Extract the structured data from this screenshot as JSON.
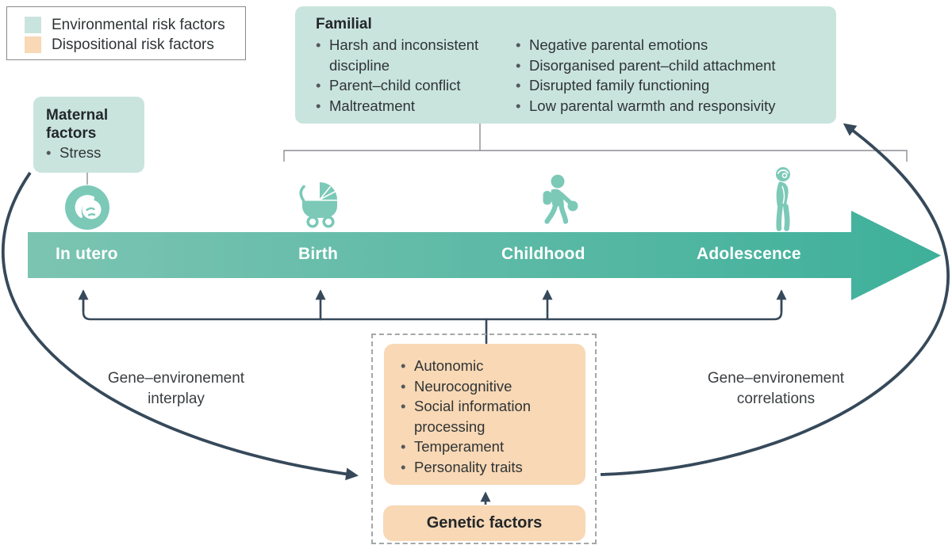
{
  "legend": {
    "items": [
      {
        "label": "Environmental risk factors",
        "color": "#C9E4DD"
      },
      {
        "label": "Dispositional risk factors",
        "color": "#F8D8B5"
      }
    ]
  },
  "familial_box": {
    "title": "Familial",
    "column1": [
      "Harsh and inconsistent discipline",
      "Parent–child conflict",
      "Maltreatment"
    ],
    "column2": [
      "Negative parental emotions",
      "Disorganised parent–child attachment",
      "Disrupted family functioning",
      "Low parental warmth and responsivity"
    ]
  },
  "maternal_box": {
    "title": "Maternal factors",
    "items": [
      "Stress"
    ]
  },
  "timeline": {
    "stages": [
      {
        "label": "In utero",
        "icon": "fetus-icon"
      },
      {
        "label": "Birth",
        "icon": "pram-icon"
      },
      {
        "label": "Childhood",
        "icon": "child-icon"
      },
      {
        "label": "Adolescence",
        "icon": "adolescent-icon"
      }
    ]
  },
  "dispositional_box": {
    "items": [
      "Autonomic",
      "Neurocognitive",
      "Social information processing",
      "Temperament",
      "Personality traits"
    ]
  },
  "genetic_box": {
    "label": "Genetic factors"
  },
  "annotations": {
    "left": {
      "line1": "Gene–environement",
      "line2": "interplay"
    },
    "right": {
      "line1": "Gene–environement",
      "line2": "correlations"
    }
  },
  "colors": {
    "environmental_fill": "#C9E4DD",
    "dispositional_fill": "#F8D8B5",
    "timeline_start": "#7CC4B2",
    "timeline_end": "#3EB09A",
    "icon_teal": "#7CC9B8",
    "arrow_dark": "#36495A",
    "connector_gray": "#8B8E92"
  }
}
